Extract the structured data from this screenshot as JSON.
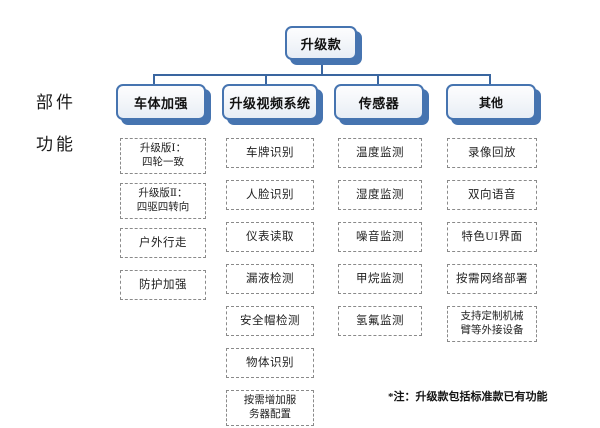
{
  "diagram": {
    "root": {
      "label": "升级款"
    },
    "row_labels": {
      "parts": "部件",
      "functions": "功能"
    },
    "footnote": "*注：升级款包括标准款已有功能",
    "colors": {
      "node_border": "#4674b0",
      "node_shadow": "#4674b0",
      "connector": "#3a66a0",
      "leaf_border": "#8a8a8a",
      "background": "#ffffff",
      "text": "#111111"
    },
    "categories": [
      {
        "label": "车体加强",
        "items": [
          "升级版Ⅰ：\n四轮一致",
          "升级版Ⅱ：\n四驱四转向",
          "户外行走",
          "防护加强"
        ]
      },
      {
        "label": "升级视频系统",
        "items": [
          "车牌识别",
          "人脸识别",
          "仪表读取",
          "漏液检测",
          "安全帽检测",
          "物体识别",
          "按需增加服\n务器配置"
        ]
      },
      {
        "label": "传感器",
        "items": [
          "温度监测",
          "湿度监测",
          "噪音监测",
          "甲烷监测",
          "氢氟监测"
        ]
      },
      {
        "label": "其他",
        "items": [
          "录像回放",
          "双向语音",
          "特色UI界面",
          "按需网络部署",
          "支持定制机械\n臂等外接设备"
        ]
      }
    ]
  }
}
